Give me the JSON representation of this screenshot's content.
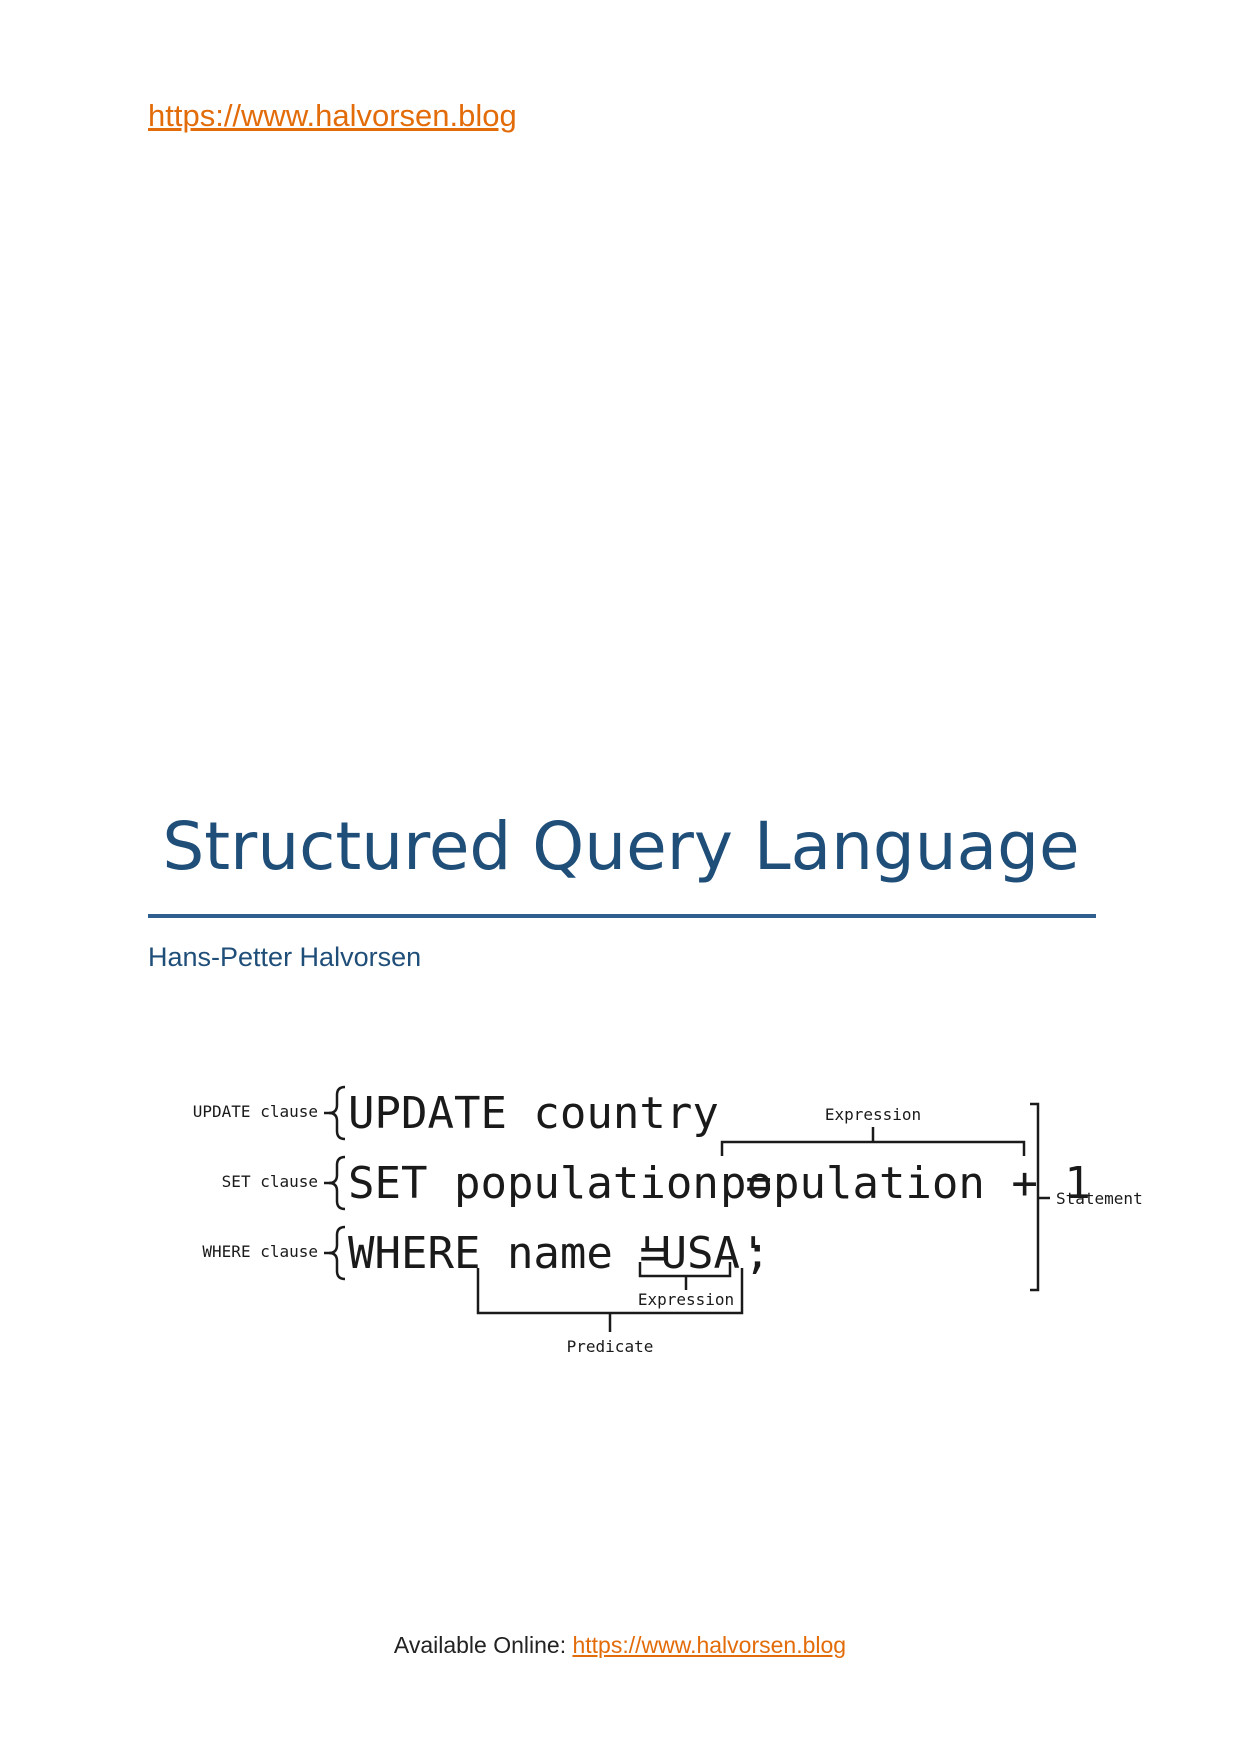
{
  "header": {
    "url": "https://www.halvorsen.blog"
  },
  "title": "Structured Query Language",
  "author": "Hans-Petter Halvorsen",
  "diagram": {
    "clauses": {
      "update_label": "UPDATE clause",
      "set_label": "SET clause",
      "where_label": "WHERE clause"
    },
    "code": {
      "line1": "UPDATE country",
      "line2_a": "SET population =",
      "line2_b": "population + 1",
      "line3_a": "WHERE name =",
      "line3_b": "'USA'",
      "line3_c": ";"
    },
    "annotations": {
      "expression_top": "Expression",
      "expression_bottom": "Expression",
      "predicate": "Predicate",
      "statement": "Statement"
    }
  },
  "footer": {
    "prefix": "Available Online: ",
    "url": "https://www.halvorsen.blog"
  }
}
